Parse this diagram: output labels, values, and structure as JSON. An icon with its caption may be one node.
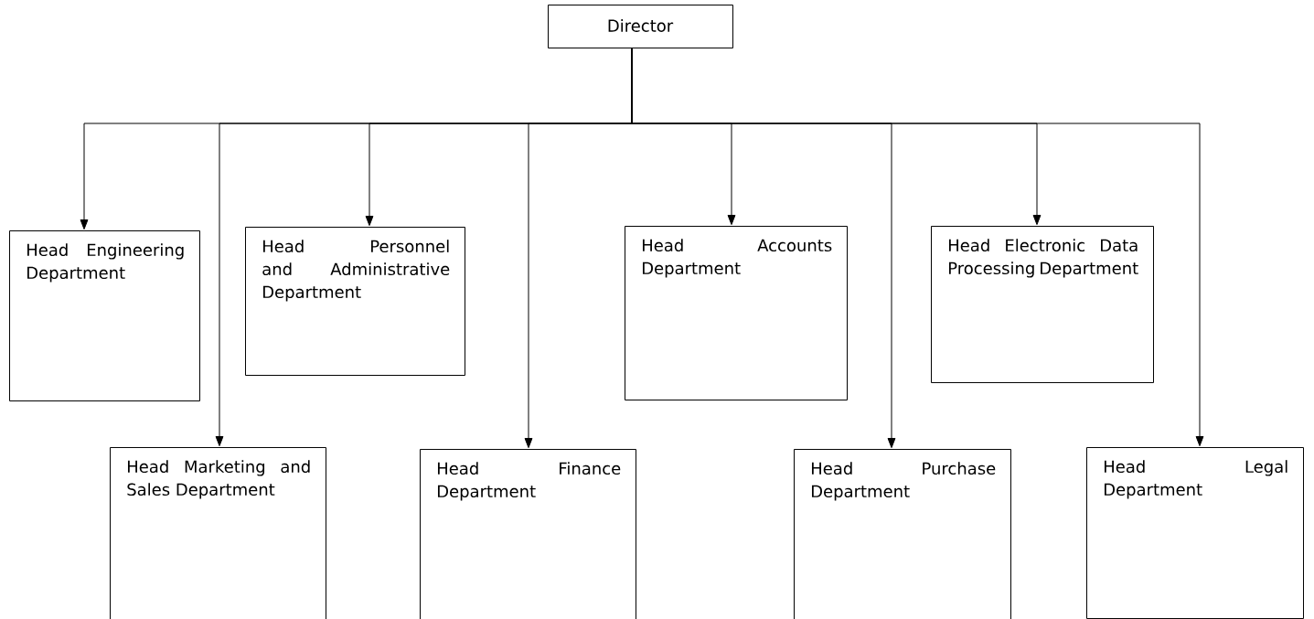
{
  "diagram": {
    "nodes": [
      {
        "text": [
          "Director"
        ]
      },
      {
        "text": [
          "Head Engineering Department"
        ]
      },
      {
        "text": [
          "Head Personnel and Administrative Department"
        ]
      },
      {
        "text": [
          "Head Accounts Department"
        ]
      },
      {
        "text": [
          "Head Electronic Data Processing Department"
        ]
      },
      {
        "text": [
          "Head Marketing and Sales Department"
        ]
      },
      {
        "text": [
          "Head Finance Department"
        ]
      },
      {
        "text": [
          "Head Purchase Department"
        ]
      },
      {
        "text": [
          "Head Legal Department"
        ]
      }
    ],
    "edges": [
      {
        "from": 0,
        "to": 1,
        "arrow": "to"
      },
      {
        "from": 0,
        "to": 5,
        "arrow": "to"
      },
      {
        "from": 0,
        "to": 2,
        "arrow": "to"
      },
      {
        "from": 0,
        "to": 6,
        "arrow": "to"
      },
      {
        "from": 0,
        "to": 3,
        "arrow": "to"
      },
      {
        "from": 0,
        "to": 7,
        "arrow": "to"
      },
      {
        "from": 0,
        "to": 4,
        "arrow": "to"
      },
      {
        "from": 0,
        "to": 8,
        "arrow": "to"
      }
    ]
  }
}
